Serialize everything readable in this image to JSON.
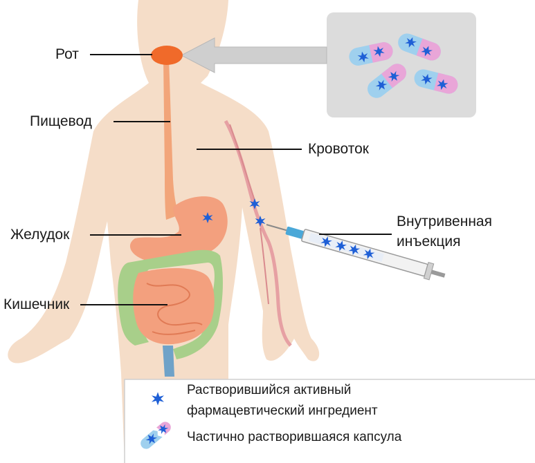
{
  "labels": {
    "mouth": "Рот",
    "esophagus": "Пищевод",
    "bloodstream": "Кровоток",
    "stomach": "Желудок",
    "intestine": "Кишечник",
    "iv_injection_line1": "Внутривенная",
    "iv_injection_line2": "инъекция"
  },
  "legend": {
    "dissolved_api_line1": "Растворившийся активный",
    "dissolved_api_line2": "фармацевтический ингредиент",
    "partial_capsule": "Частично растворившаяся капсула"
  },
  "colors": {
    "body": "#f5ddc8",
    "esophagus": "#f2a57a",
    "mouth": "#f06a2a",
    "intestine_small": "#f3a07e",
    "intestine_large": "#a8cf8a",
    "vessel": "#e6a0a3",
    "api_particle": "#1e5fd6",
    "capsule_blue": "#9fd0ee",
    "capsule_pink": "#e9a6d8",
    "panel": "#dcdcdc"
  }
}
